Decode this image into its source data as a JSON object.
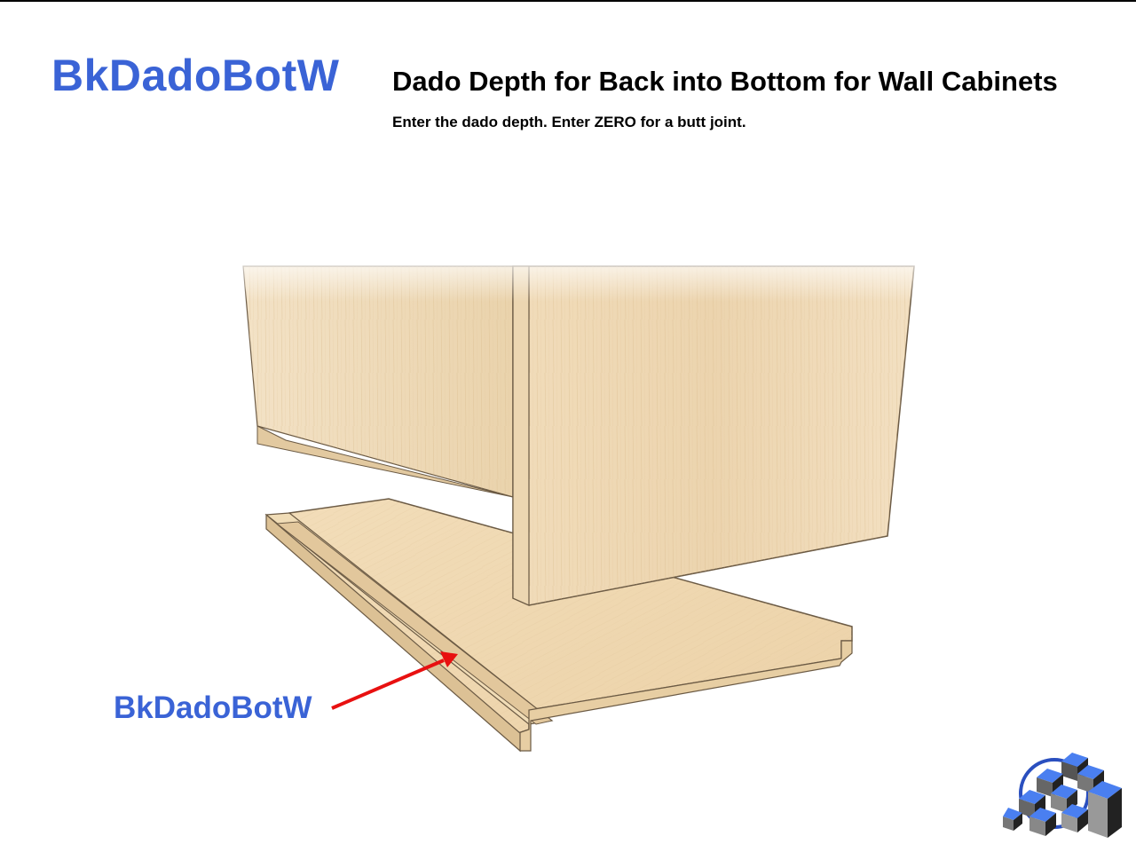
{
  "header": {
    "param_name": "BkDadoBotW",
    "title": "Dado Depth for Back into Bottom for Wall Cabinets",
    "instruction": "Enter the dado depth. Enter ZERO for a butt joint."
  },
  "callout": {
    "label": "BkDadoBotW",
    "arrow_color": "#e81010"
  },
  "colors": {
    "accent": "#3a63d6",
    "wood_light": "#f0dcbc",
    "wood_mid": "#e6cfa8",
    "wood_dark": "#d9bd90"
  },
  "icons": {
    "logo": "cube-cluster-logo-icon"
  }
}
